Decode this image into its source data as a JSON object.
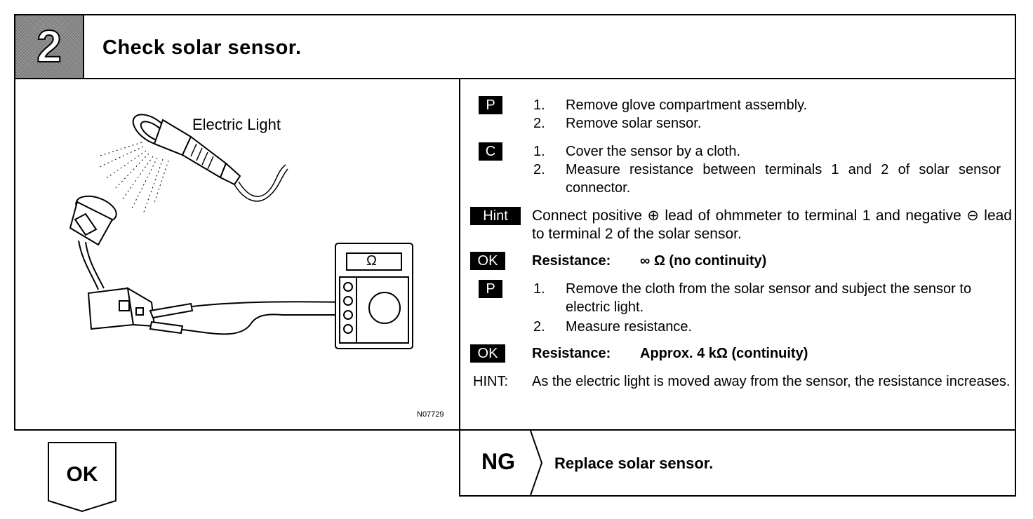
{
  "header": {
    "step": "2",
    "title": "Check  solar  sensor."
  },
  "figure": {
    "label": "Electric Light",
    "meter_symbol": "Ω",
    "code": "N07729"
  },
  "steps": [
    {
      "tag": "P",
      "items": [
        {
          "n": "1.",
          "text": "Remove glove compartment assembly."
        },
        {
          "n": "2.",
          "text": "Remove solar sensor."
        }
      ]
    },
    {
      "tag": "C",
      "items": [
        {
          "n": "1.",
          "text": "Cover the sensor by a cloth."
        },
        {
          "n": "2.",
          "text": "Measure  resistance between terminals 1 and 2 of solar sensor connector."
        }
      ]
    },
    {
      "tag": "Hint",
      "text": "Connect positive ⊕ lead of ohmmeter to terminal 1 and negative ⊖ lead to terminal 2 of the solar sensor."
    },
    {
      "tag": "OK",
      "label": "Resistance:",
      "value": "∞ Ω (no continuity)"
    },
    {
      "tag": "P",
      "items": [
        {
          "n": "1.",
          "text": "Remove the cloth from the solar sensor and subject the sensor to electric light."
        },
        {
          "n": "2.",
          "text": "Measure resistance."
        }
      ]
    },
    {
      "tag": "OK",
      "label": "Resistance:",
      "value": "Approx. 4 kΩ (continuity)"
    },
    {
      "tag": "HINT:",
      "text": "As the electric  light is moved away from the sensor, the resistance increases."
    }
  ],
  "bottom": {
    "ok": "OK",
    "ng": "NG",
    "ng_action": "Replace solar sensor."
  }
}
